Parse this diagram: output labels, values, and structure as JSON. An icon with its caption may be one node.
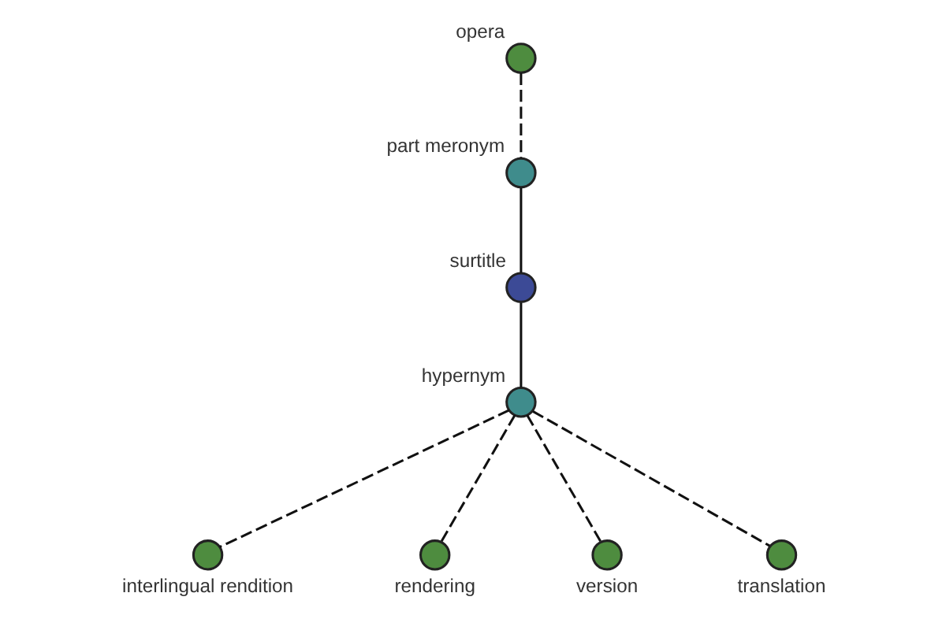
{
  "diagram": {
    "nodes": [
      {
        "text": [
          "opera"
        ]
      },
      {
        "text": [
          "part meronym"
        ]
      },
      {
        "text": [
          "surtitle"
        ]
      },
      {
        "text": [
          "interlingual rendition"
        ]
      },
      {
        "text": [
          "hypernym"
        ]
      },
      {
        "text": [
          "rendering"
        ]
      },
      {
        "text": [
          "version"
        ]
      },
      {
        "text": [
          "translation"
        ]
      }
    ],
    "edges": [
      {
        "from": 0,
        "to": 1,
        "arrow": "none",
        "style": "dashed"
      },
      {
        "from": 1,
        "to": 2,
        "arrow": "none"
      },
      {
        "from": 2,
        "to": 4,
        "arrow": "none"
      },
      {
        "from": 4,
        "to": 3,
        "arrow": "none",
        "style": "dashed"
      },
      {
        "from": 4,
        "to": 5,
        "arrow": "none",
        "style": "dashed"
      },
      {
        "from": 4,
        "to": 6,
        "arrow": "none",
        "style": "dashed"
      },
      {
        "from": 4,
        "to": 7,
        "arrow": "none",
        "style": "dashed"
      }
    ]
  }
}
